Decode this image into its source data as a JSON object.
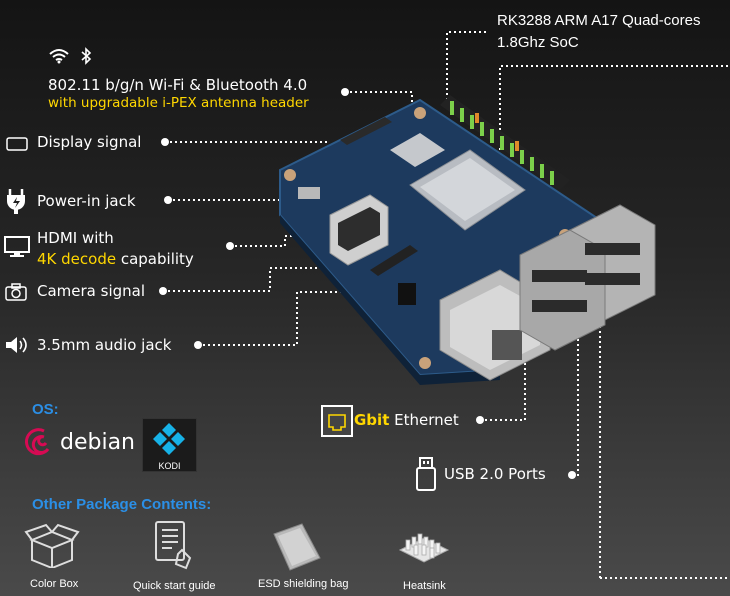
{
  "soc": {
    "line1": "RK3288 ARM A17 Quad-cores",
    "line2": "1.8Ghz SoC"
  },
  "wifi": {
    "line1": "802.11 b/g/n Wi-Fi  & Bluetooth 4.0",
    "line2": "with upgradable i-PEX antenna header"
  },
  "features": {
    "display": "Display signal",
    "power": "Power-in jack",
    "hdmi_line1": "HDMI with",
    "hdmi_line2_highlight": "4K decode",
    "hdmi_line2_rest": " capability",
    "camera": "Camera signal",
    "audio": "3.5mm audio jack"
  },
  "ethernet": {
    "highlight": "Gbit",
    "rest": " Ethernet"
  },
  "usb": {
    "label": "USB 2.0 Ports"
  },
  "os": {
    "heading": "OS:",
    "debian": "debian",
    "kodi": "KODI"
  },
  "package": {
    "heading": "Other Package Contents:",
    "items": [
      "Color Box",
      "Quick start guide",
      "ESD shielding bag",
      "Heatsink"
    ]
  },
  "colors": {
    "accent_yellow": "#ffd700",
    "heading_blue": "#2b8fe6",
    "board_blue": "#1f3f66",
    "kodi_bg": "#1b1b1b"
  }
}
